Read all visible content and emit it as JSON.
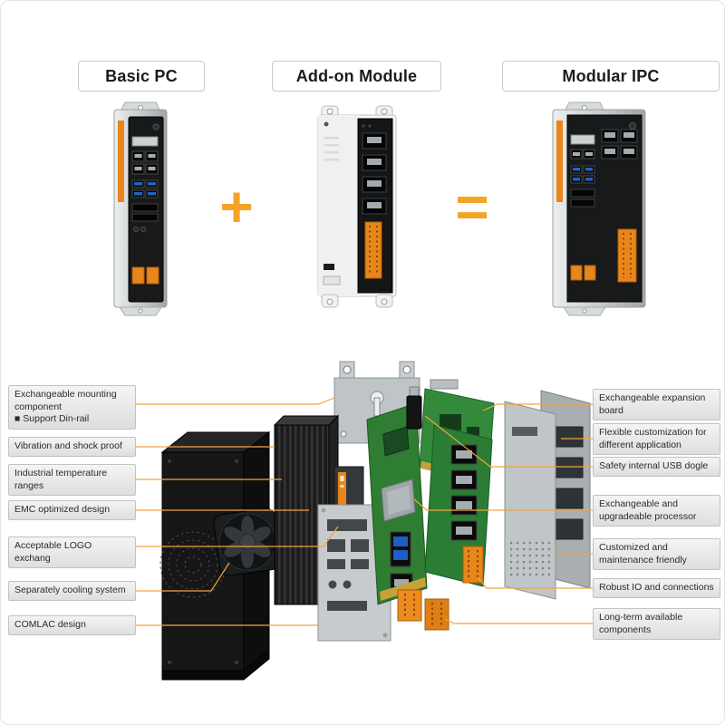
{
  "top": {
    "columns": [
      {
        "title": "Basic PC"
      },
      {
        "title": "Add-on Module"
      },
      {
        "title": "Modular IPC"
      }
    ],
    "plus_sign": "+",
    "equals_sign": "="
  },
  "colors": {
    "accent_orange": "#F4A428",
    "device_orange": "#E8861B",
    "pcb_green": "#2E7D32",
    "label_background": "#E9E9E9"
  },
  "diagram": {
    "left_labels": [
      {
        "text": "Exchangeable mounting component",
        "sub": "■ Support Din-rail"
      },
      {
        "text": "Vibration and shock proof"
      },
      {
        "text": "Industrial temperature ranges"
      },
      {
        "text": "EMC optimized design"
      },
      {
        "text": "Acceptable LOGO exchang"
      },
      {
        "text": "Separately cooling system"
      },
      {
        "text": "COMLAC design"
      }
    ],
    "right_labels": [
      {
        "text": "Exchangeable expansion board"
      },
      {
        "text": "Flexible customization for different application"
      },
      {
        "text": "Safety internal USB dogle"
      },
      {
        "text": "Exchangeable and upgradeable processor"
      },
      {
        "text": "Customized and maintenance friendly"
      },
      {
        "text": "Robust IO and connections"
      },
      {
        "text": "Long-term available components"
      }
    ]
  }
}
